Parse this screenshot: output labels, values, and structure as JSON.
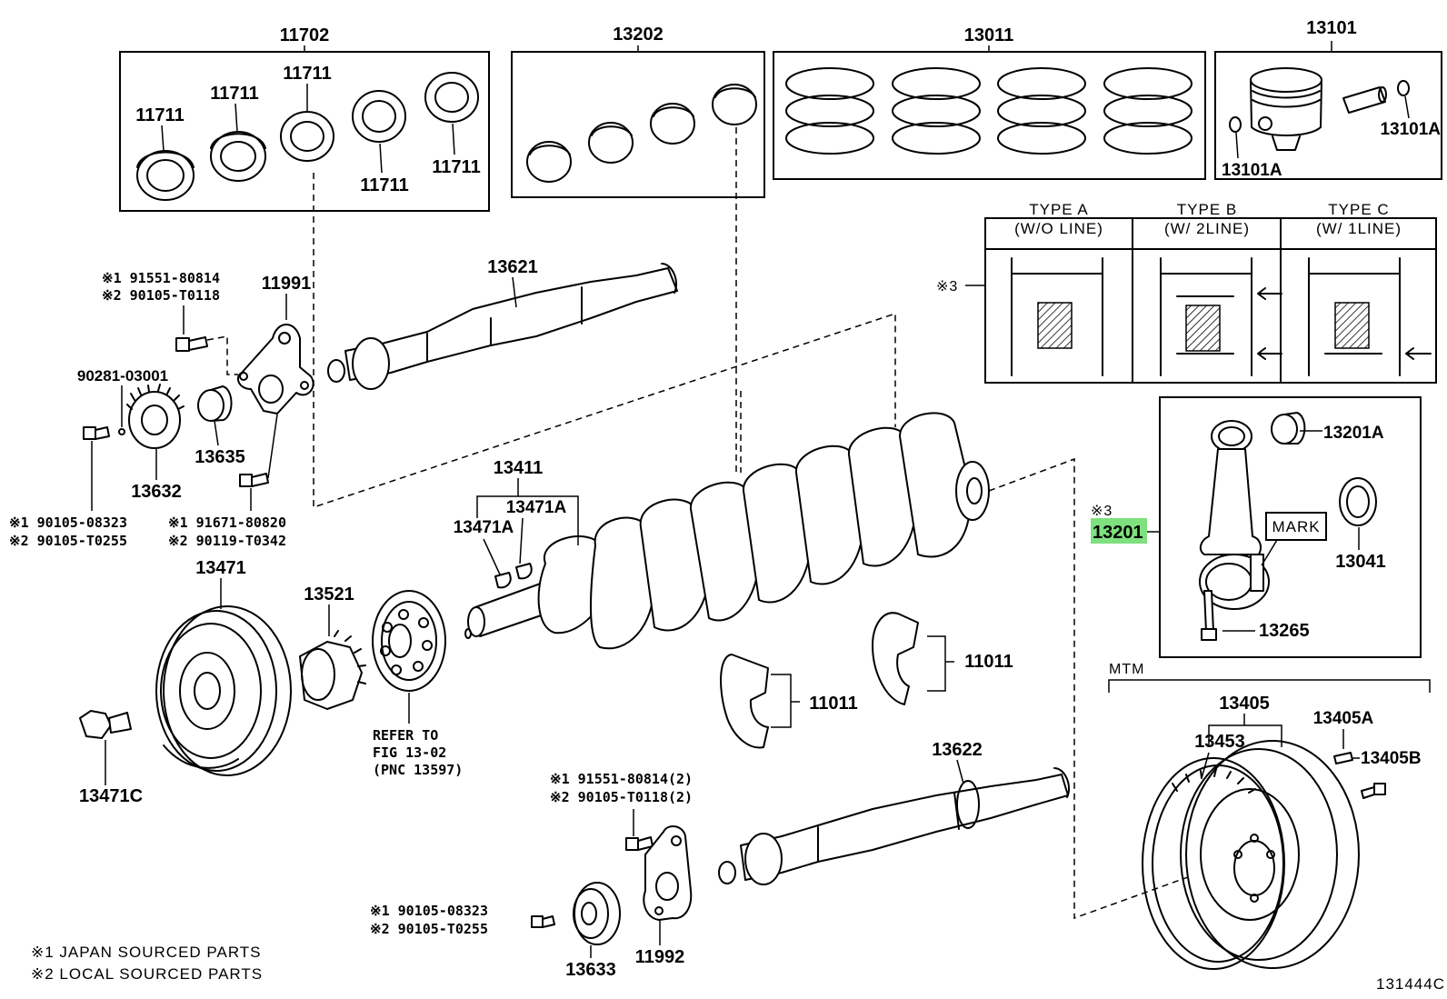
{
  "diagram_id": "131444C",
  "highlight_color": "#7ee07e",
  "labels": {
    "p11702": "11702",
    "p11711": "11711",
    "p13202": "13202",
    "p13011": "13011",
    "p13101": "13101",
    "p13101A": "13101A",
    "p13621": "13621",
    "p11991": "11991",
    "p90281": "90281-03001",
    "p13635": "13635",
    "p13632": "13632",
    "p13411": "13411",
    "p13471A": "13471A",
    "p13471": "13471",
    "p13521": "13521",
    "p13471C": "13471C",
    "p11011": "11011",
    "p13622": "13622",
    "p13633": "13633",
    "p11992": "11992",
    "p13201A": "13201A",
    "p13201": "13201",
    "p13041": "13041",
    "p13265": "13265",
    "p13405": "13405",
    "p13405A": "13405A",
    "p13405B": "13405B",
    "p13453": "13453",
    "mark": "MARK",
    "mtm": "MTM",
    "ref3": "※3"
  },
  "bolt_notes": {
    "a1": "※1 91551-80814",
    "a2": "※2 90105-T0118",
    "b1": "※1 90105-08323",
    "b2": "※2 90105-T0255",
    "c1": "※1 91671-80820",
    "c2": "※2 90119-T0342",
    "d1": "※1 91551-80814(2)",
    "d2": "※2 90105-T0118(2)",
    "e1": "※1 90105-08323",
    "e2": "※2 90105-T0255"
  },
  "refer": {
    "line1": "REFER TO",
    "line2": "FIG 13-02",
    "line3": "(PNC 13597)"
  },
  "types": {
    "a_name": "TYPE A",
    "a_desc": "(W/O LINE)",
    "b_name": "TYPE B",
    "b_desc": "(W/ 2LINE)",
    "c_name": "TYPE C",
    "c_desc": "(W/ 1LINE)"
  },
  "footnotes": {
    "n1": "※1 JAPAN SOURCED PARTS",
    "n2": "※2 LOCAL SOURCED PARTS"
  }
}
